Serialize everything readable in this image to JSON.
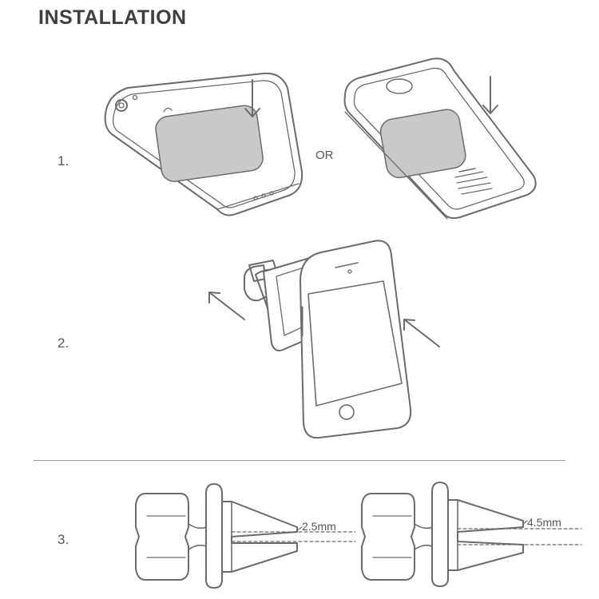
{
  "title": "INSTALLATION",
  "steps": [
    {
      "number": "1."
    },
    {
      "number": "2."
    },
    {
      "number": "3."
    }
  ],
  "or_label": "OR",
  "gap_small": "2.5mm",
  "gap_large": "4.5mm",
  "colors": {
    "line": "#6b6b6b",
    "plate": "#c9c9c9",
    "text": "#4a4a4a"
  }
}
